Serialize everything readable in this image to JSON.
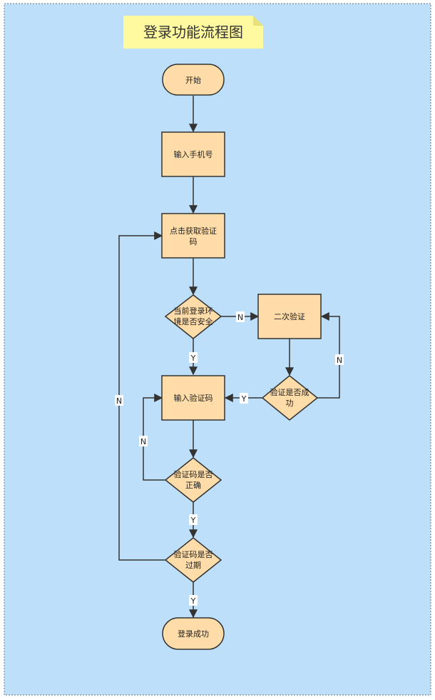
{
  "title": "登录功能流程图",
  "colors": {
    "background": "#bddff9",
    "border": "#6b7580",
    "node_fill": "#ffdca8",
    "node_stroke": "#333333",
    "note_fill": "#fffaa0",
    "note_fold": "#e8e07a",
    "edge": "#333333",
    "label_bg": "#ffffff"
  },
  "nodes": {
    "start": "开始",
    "input_phone": "输入手机号",
    "get_code": [
      "点击获取验证",
      "码"
    ],
    "env_safe": [
      "当前登录环",
      "境是否安全"
    ],
    "second_verify": "二次验证",
    "input_code": "输入验证码",
    "verify_success": [
      "验证是否成",
      "功"
    ],
    "code_correct": [
      "验证码是否",
      "正确"
    ],
    "code_expired": [
      "验证码是否",
      "过期"
    ],
    "login_success": "登录成功"
  },
  "edge_labels": {
    "env_no": "N",
    "env_yes": "Y",
    "verify_yes": "Y",
    "verify_no": "N",
    "correct_no": "N",
    "correct_yes": "Y",
    "expired_no": "N",
    "expired_yes": "Y"
  }
}
